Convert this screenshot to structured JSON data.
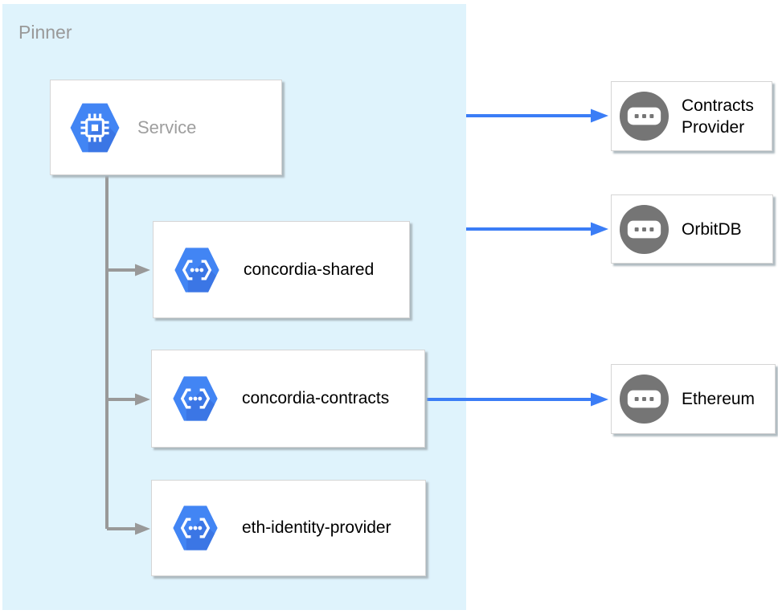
{
  "diagram": {
    "container": {
      "label": "Pinner"
    },
    "nodes": {
      "service": {
        "label": "Service"
      },
      "concordia_shared": {
        "label": "concordia-shared"
      },
      "concordia_contracts": {
        "label": "concordia-contracts"
      },
      "eth_identity_provider": {
        "label": "eth-identity-provider"
      },
      "contracts_provider": {
        "label": "Contracts Provider"
      },
      "orbitdb": {
        "label": "OrbitDB"
      },
      "ethereum": {
        "label": "Ethereum"
      }
    },
    "edges": [
      {
        "from": "Pinner",
        "to": "Contracts Provider",
        "style": "blue-arrow"
      },
      {
        "from": "Pinner",
        "to": "OrbitDB",
        "style": "blue-arrow"
      },
      {
        "from": "concordia-contracts",
        "to": "Ethereum",
        "style": "blue-arrow"
      },
      {
        "from": "Service",
        "to": "concordia-shared",
        "style": "gray-tree-arrow"
      },
      {
        "from": "Service",
        "to": "concordia-contracts",
        "style": "gray-tree-arrow"
      },
      {
        "from": "Service",
        "to": "eth-identity-provider",
        "style": "gray-tree-arrow"
      }
    ],
    "icons": {
      "service_icon": "cpu-chip-blue-hexagon",
      "module_icon": "code-brackets-blue-hexagon",
      "external_icon": "ellipsis-pill-gray-circle"
    },
    "colors": {
      "zone_fill": "#DFF3FC",
      "muted_text": "#999999",
      "label_text": "#000000",
      "hexagon_blue": "#4285F4",
      "hexagon_fold": "#3367D6",
      "arrow_blue": "#3B7DF6",
      "tree_gray": "#999999",
      "circle_gray": "#757575",
      "box_border": "#D5D5D5"
    }
  }
}
